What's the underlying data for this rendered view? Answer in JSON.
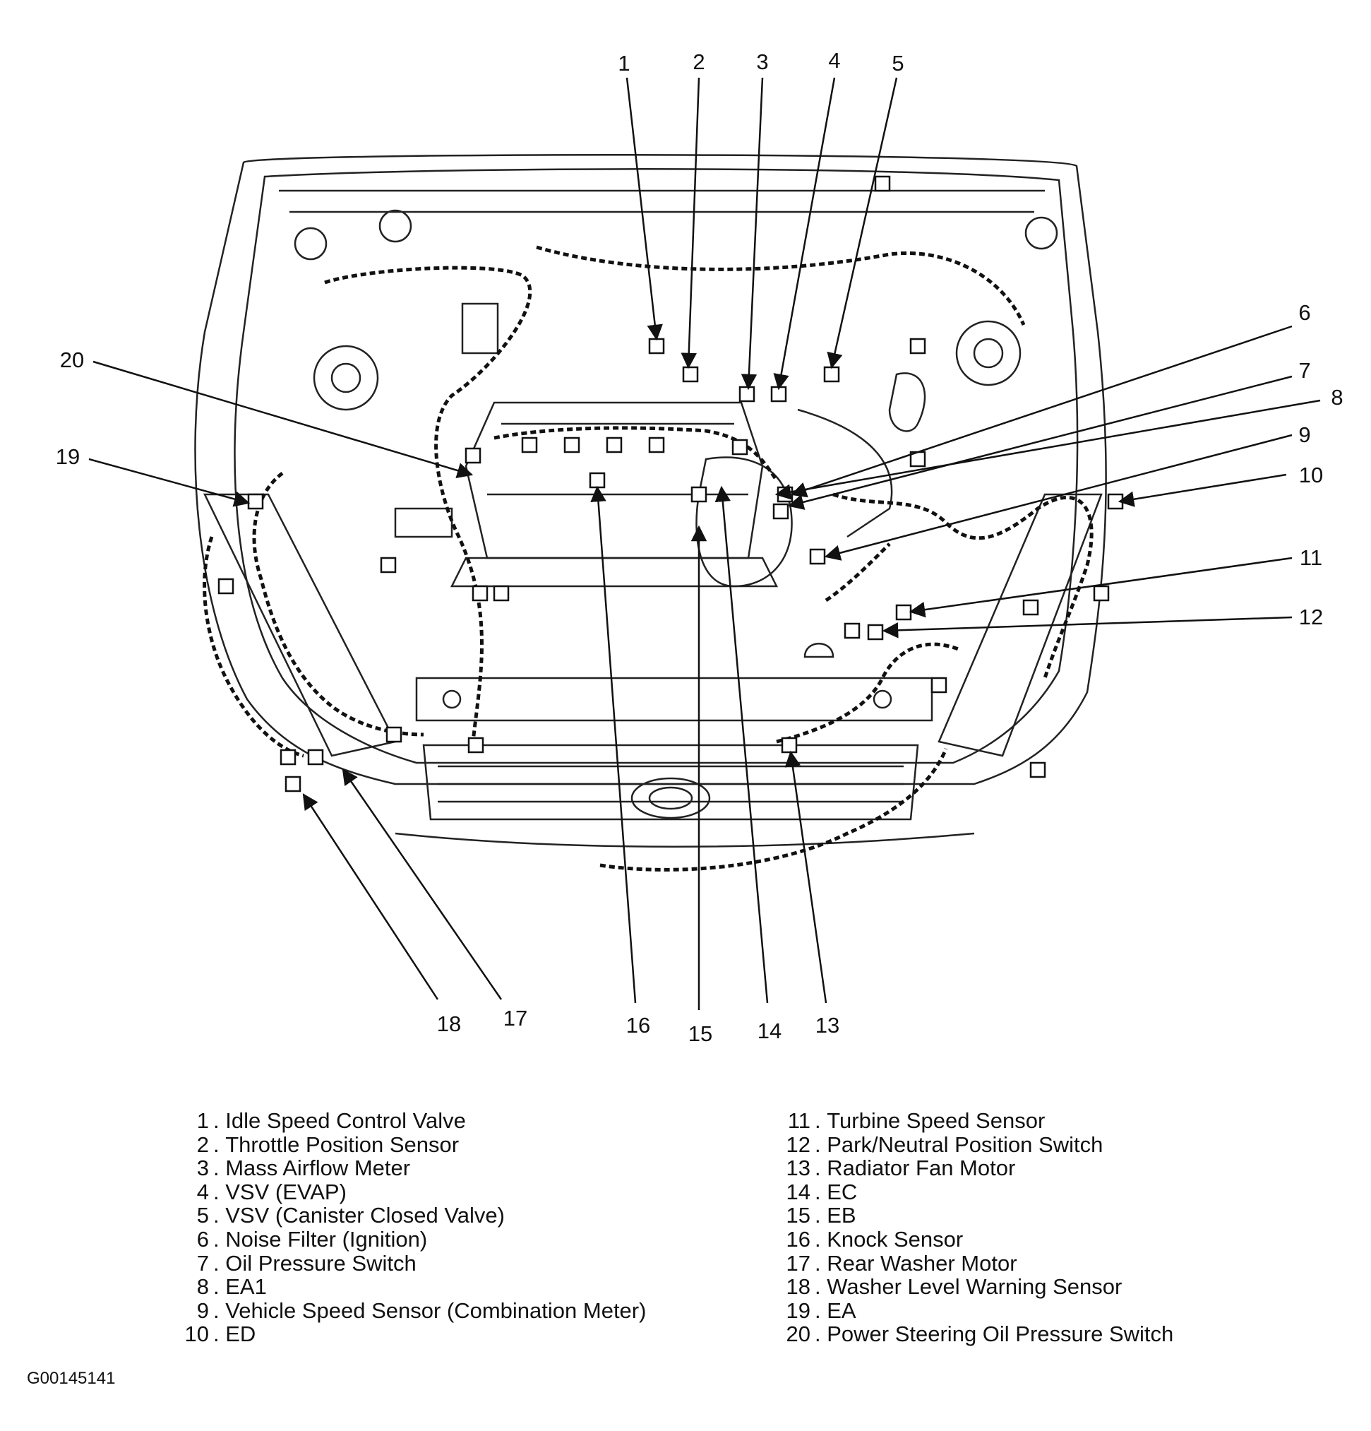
{
  "figure_id": "G00145141",
  "callouts": [
    {
      "number": "1",
      "name": "Idle Speed Control Valve"
    },
    {
      "number": "2",
      "name": "Throttle Position Sensor"
    },
    {
      "number": "3",
      "name": "Mass Airflow Meter"
    },
    {
      "number": "4",
      "name": "VSV (EVAP)"
    },
    {
      "number": "5",
      "name": "VSV (Canister Closed Valve)"
    },
    {
      "number": "6",
      "name": "Noise Filter (Ignition)"
    },
    {
      "number": "7",
      "name": "Oil Pressure Switch"
    },
    {
      "number": "8",
      "name": "EA1"
    },
    {
      "number": "9",
      "name": "Vehicle Speed Sensor (Combination Meter)"
    },
    {
      "number": "10",
      "name": "ED"
    },
    {
      "number": "11",
      "name": "Turbine Speed Sensor"
    },
    {
      "number": "12",
      "name": "Park/Neutral Position Switch"
    },
    {
      "number": "13",
      "name": "Radiator Fan Motor"
    },
    {
      "number": "14",
      "name": "EC"
    },
    {
      "number": "15",
      "name": "EB"
    },
    {
      "number": "16",
      "name": "Knock Sensor"
    },
    {
      "number": "17",
      "name": "Rear Washer Motor"
    },
    {
      "number": "18",
      "name": "Washer Level Warning Sensor"
    },
    {
      "number": "19",
      "name": "EA"
    },
    {
      "number": "20",
      "name": "Power Steering Oil Pressure Switch"
    }
  ]
}
